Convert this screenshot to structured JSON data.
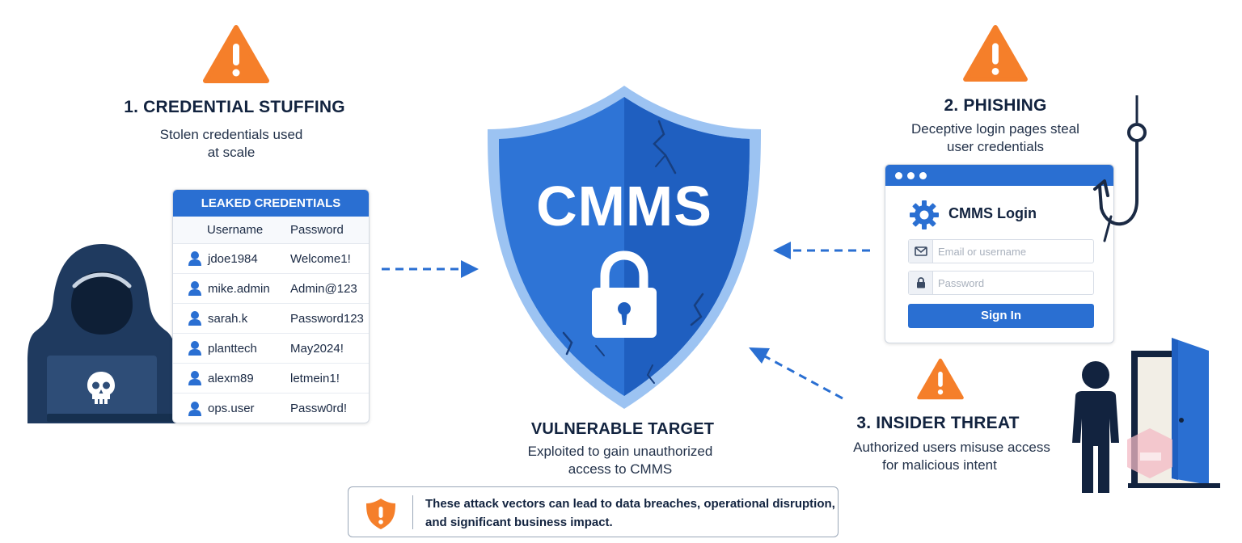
{
  "vectors": {
    "credential_stuffing": {
      "title": "1. CREDENTIAL STUFFING",
      "desc_line1": "Stolen credentials used",
      "desc_line2": "at scale"
    },
    "phishing": {
      "title": "2. PHISHING",
      "desc_line1": "Deceptive login pages steal",
      "desc_line2": "user credentials"
    },
    "insider": {
      "title": "3. INSIDER THREAT",
      "desc_line1": "Authorized users misuse access",
      "desc_line2": "for malicious intent"
    }
  },
  "leaked": {
    "title": "LEAKED CREDENTIALS",
    "col_username": "Username",
    "col_password": "Password",
    "rows": [
      {
        "username": "jdoe1984",
        "password": "Welcome1!"
      },
      {
        "username": "mike.admin",
        "password": "Admin@123"
      },
      {
        "username": "sarah.k",
        "password": "Password123"
      },
      {
        "username": "planttech",
        "password": "May2024!"
      },
      {
        "username": "alexm89",
        "password": "letmein1!"
      },
      {
        "username": "ops.user",
        "password": "Passw0rd!"
      }
    ]
  },
  "target": {
    "shield_label": "CMMS",
    "title": "VULNERABLE TARGET",
    "desc_line1": "Exploited to gain unauthorized",
    "desc_line2": "access to CMMS"
  },
  "login": {
    "title": "CMMS Login",
    "email_placeholder": "Email or username",
    "password_placeholder": "Password",
    "button": "Sign In"
  },
  "note": {
    "line1": "These attack vectors can lead to data breaches, operational disruption,",
    "line2": "and significant business impact."
  },
  "colors": {
    "primary_blue": "#2a6fd2",
    "shield_blue": "#2e74d6",
    "warning_orange": "#f57f2a",
    "navy": "#12233f",
    "hacker": "#1f3a5f"
  },
  "icons": [
    "warning-icon",
    "hacker-icon",
    "skull-icon",
    "user-icon",
    "padlock-icon",
    "gear-icon",
    "mail-icon",
    "lock-icon",
    "fishing-hook-icon",
    "person-icon",
    "door-icon",
    "shield-alert-icon"
  ]
}
